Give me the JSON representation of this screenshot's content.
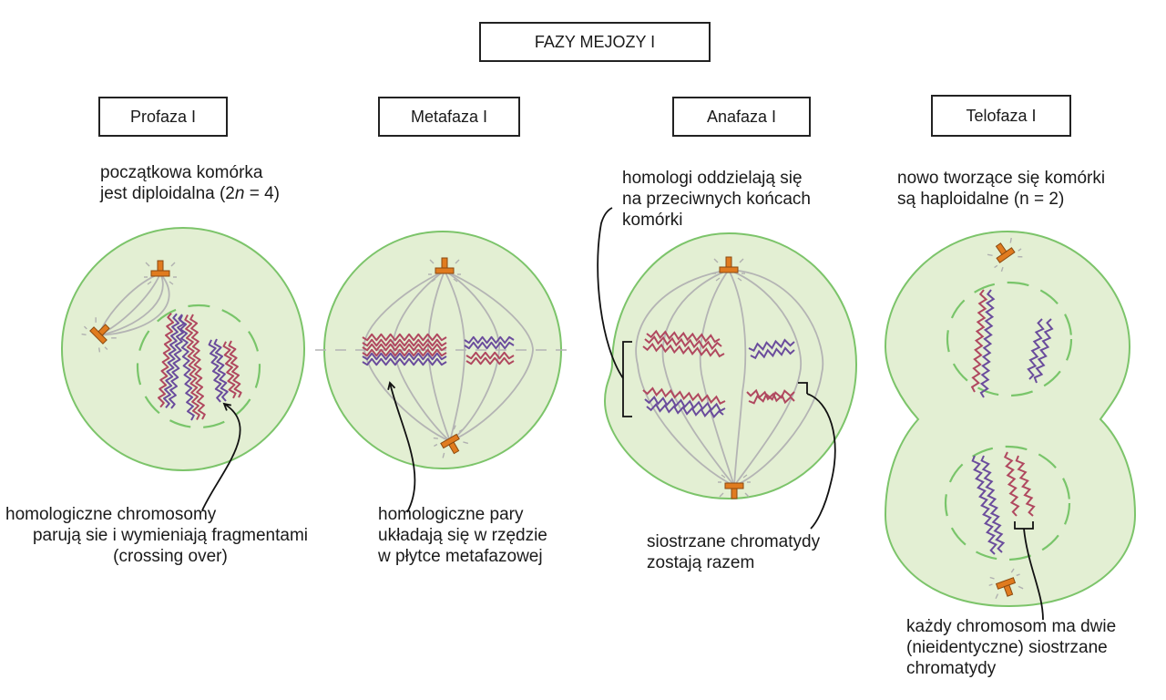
{
  "title": "FAZY MEJOZY I",
  "colors": {
    "cell_fill": "#e3efd3",
    "cell_border": "#7cc46a",
    "nuclear_envelope": "#79c56a",
    "spindle": "#b4b4b4",
    "centrosome": "#e07b1f",
    "chromosome_purple": "#6a4c9c",
    "chromosome_red": "#b0485f",
    "annotation_line": "#111111"
  },
  "phases": [
    {
      "name": "Profaza I",
      "description_lines": [
        "początkowa komórka",
        "jest diploidalna (2n = 4)"
      ],
      "annotation_lines": [
        "homologiczne chromosomy",
        "parują sie i wymieniają fragmentami",
        "(crossing over)"
      ]
    },
    {
      "name": "Metafaza I",
      "description_lines": [],
      "annotation_lines": [
        "homologiczne pary",
        "układają się w rzędzie",
        "w płytce metafazowej"
      ]
    },
    {
      "name": "Anafaza I",
      "description_lines": [
        "homologi oddzielają się",
        "na przeciwnych końcach",
        "komórki"
      ],
      "annotation_lines": [
        "siostrzane chromatydy",
        "zostają razem"
      ]
    },
    {
      "name": "Telofaza I",
      "description_lines": [
        "nowo tworzące się komórki",
        "są haploidalne (n = 2)"
      ],
      "annotation_lines": [
        "każdy chromosom ma dwie",
        "(nieidentyczne) siostrzane",
        "chromatydy"
      ]
    }
  ]
}
